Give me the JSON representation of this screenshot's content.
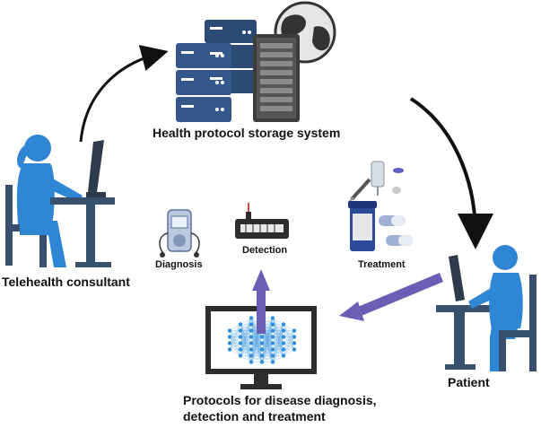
{
  "labels": {
    "storage_system": "Health protocol storage system",
    "consultant": "Telehealth consultant",
    "patient": "Patient",
    "diagnosis": "Diagnosis",
    "detection": "Detection",
    "treatment": "Treatment",
    "protocols_line1": "Protocols for disease diagnosis,",
    "protocols_line2": "detection and treatment"
  },
  "colors": {
    "person_blue": "#2f86d4",
    "furniture_dark": "#36506d",
    "server_navy": "#2b4a74",
    "arrow_purple": "#6b5fb5",
    "network_blue": "#2f8fd8",
    "monitor_frame": "#2d2d2d"
  }
}
